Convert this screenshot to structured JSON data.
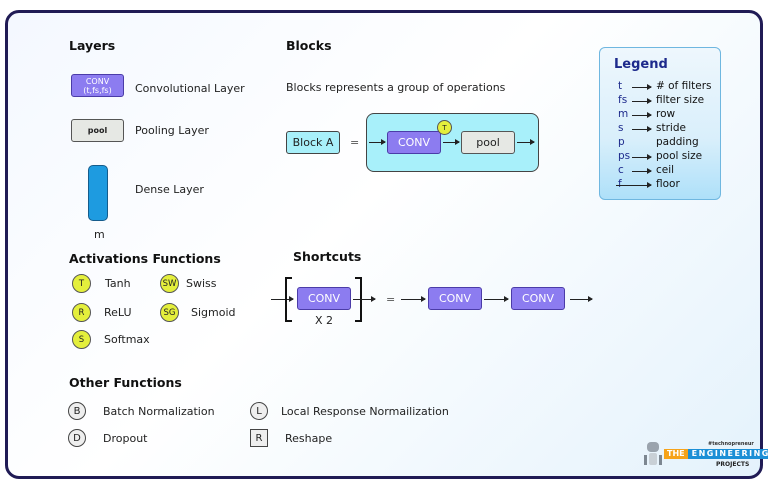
{
  "layers": {
    "title": "Layers",
    "conv_box": "CONV\n(t,fs,fs)",
    "conv_label": "Convolutional Layer",
    "pool_box": "pool",
    "pool_label": "Pooling Layer",
    "dense_label": "Dense Layer",
    "dense_sub": "m"
  },
  "blocks": {
    "title": "Blocks",
    "description": "Blocks represents a group of operations",
    "block_name": "Block A",
    "equals": "=",
    "conv": "CONV",
    "activation": "T",
    "pool": "pool"
  },
  "legend": {
    "title": "Legend",
    "items": [
      {
        "key": "t",
        "value": "#  of filters",
        "arrow": true
      },
      {
        "key": "fs",
        "value": "filter size",
        "arrow": true
      },
      {
        "key": "m",
        "value": "row",
        "arrow": true
      },
      {
        "key": "s",
        "value": "stride",
        "arrow": true
      },
      {
        "key": "p",
        "value": "padding",
        "arrow": false
      },
      {
        "key": "ps",
        "value": "pool size",
        "arrow": true
      },
      {
        "key": "c",
        "value": "ceil",
        "arrow": true
      },
      {
        "key": "f",
        "value": "floor",
        "arrow": true
      }
    ]
  },
  "activations": {
    "title": "Activations Functions",
    "items": [
      {
        "symbol": "T",
        "label": "Tanh"
      },
      {
        "symbol": "SW",
        "label": "Swiss"
      },
      {
        "symbol": "R",
        "label": "ReLU"
      },
      {
        "symbol": "SG",
        "label": "Sigmoid"
      },
      {
        "symbol": "S",
        "label": "Softmax"
      }
    ]
  },
  "shortcuts": {
    "title": "Shortcuts",
    "conv": "CONV",
    "repeat": "X 2",
    "equals": "="
  },
  "other": {
    "title": "Other Functions",
    "items": [
      {
        "symbol": "B",
        "label": "Batch Normalization"
      },
      {
        "symbol": "L",
        "label": "Local Response Normailization"
      },
      {
        "symbol": "D",
        "label": "Dropout"
      },
      {
        "symbol": "R",
        "label": "Reshape"
      }
    ]
  },
  "logo": {
    "tag": "#technopreneur",
    "the": "THE",
    "engineering": "ENGINEERING",
    "projects": "PROJECTS"
  },
  "colors": {
    "conv": "#8c7cf0",
    "pool": "#e6e8e4",
    "dense": "#1e9be0",
    "block": "#a8f0fa",
    "activation": "#e4ef3c",
    "frame": "#201b55",
    "legend_text": "#1d2a8c"
  }
}
